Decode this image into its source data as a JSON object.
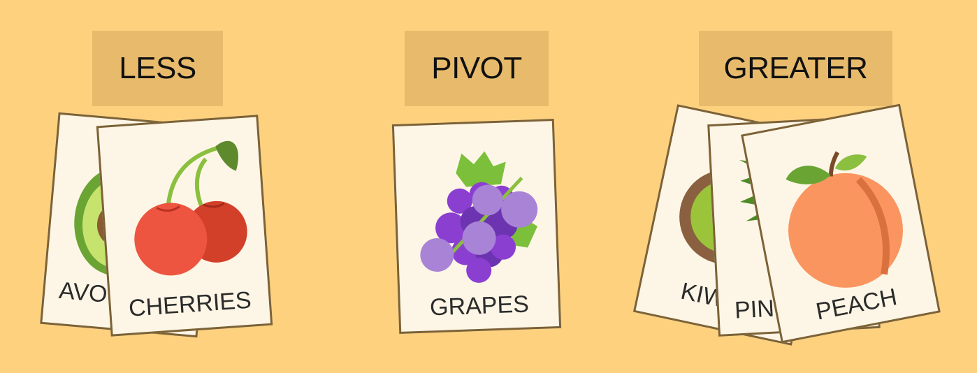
{
  "groups": {
    "less": {
      "label": "LESS",
      "cards": [
        {
          "fruit": "AVOCADO",
          "icon": "avocado-icon"
        },
        {
          "fruit": "CHERRIES",
          "icon": "cherries-icon"
        }
      ]
    },
    "pivot": {
      "label": "PIVOT",
      "cards": [
        {
          "fruit": "GRAPES",
          "icon": "grapes-icon"
        }
      ]
    },
    "greater": {
      "label": "GREATER",
      "cards": [
        {
          "fruit": "KIWI",
          "icon": "kiwi-icon"
        },
        {
          "fruit": "PINEAPPLE",
          "icon": "pineapple-icon"
        },
        {
          "fruit": "PEACH",
          "icon": "peach-icon"
        }
      ]
    }
  },
  "colors": {
    "background": "#fed17f",
    "label_box": "#e8bb6c",
    "card_face": "#fdf6e6",
    "card_border": "#7c6236"
  }
}
